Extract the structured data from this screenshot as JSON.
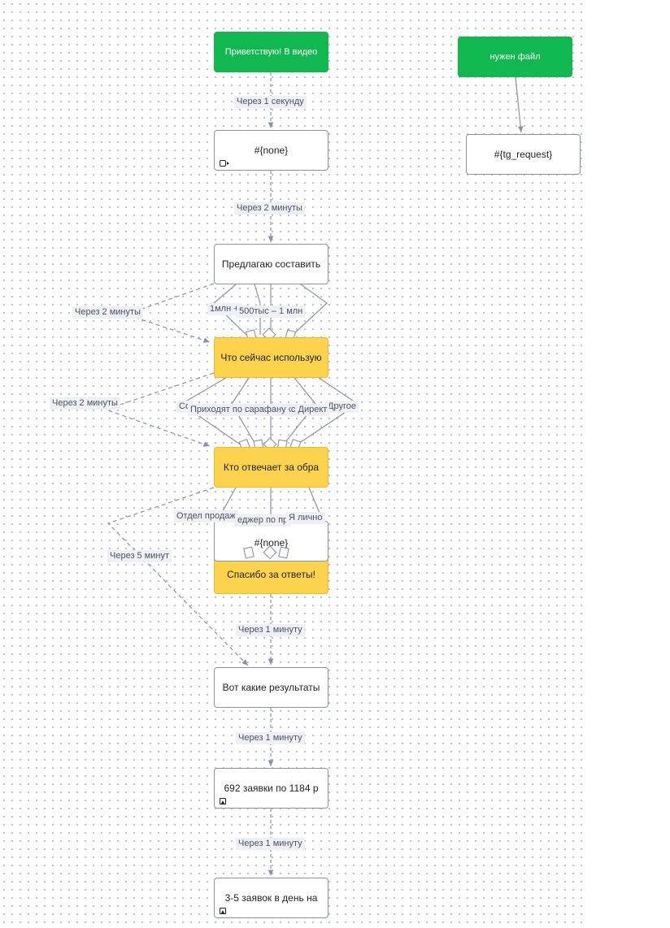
{
  "nodes": {
    "greeting": "Приветствую! В видео",
    "file_needed": "нужен файл",
    "video1": "#{none}",
    "tg_request": "#{tg_request}",
    "offer": "Предлагаю составить",
    "current_tools": "Что сейчас использую",
    "responsible": "Кто отвечает за обра",
    "video2": "#{none}",
    "thanks": "Спасибо за ответы!",
    "results": "Вот какие результаты",
    "leads692": "692 заявки по 1184 р",
    "leads_per_day": "3-5 заявок в день на"
  },
  "node_icons": {
    "video1": "video-icon",
    "leads692": "image-icon",
    "leads_per_day": "image-icon"
  },
  "edges": {
    "delay_1s": "Через 1 секунду",
    "delay_2m_a": "Через 2 минуты",
    "delay_2m_b": "Через 2 минуты",
    "delay_2m_c": "Через 2 минуты",
    "delay_5m": "Через 5 минут",
    "delay_1m_a": "Через 1 минуту",
    "delay_1m_b": "Через 1 минуту",
    "delay_1m_c": "Через 1 минуту"
  },
  "branches": {
    "budget_1m_plus": "1млн +",
    "budget_500k_1m": "500тыс – 1 млн",
    "src_co": "Со",
    "src_referral": "Приходят по сарафану",
    "src_direct": "кс Директ",
    "src_other": "Другое",
    "resp_sales": "Отдел продаж",
    "resp_manager": "еджер по пр",
    "resp_self": "Я лично"
  },
  "colors": {
    "start_node": "#10b84f",
    "question_node": "#fdd34e",
    "message_node": "#ffffff",
    "edge": "#8a93a6"
  }
}
